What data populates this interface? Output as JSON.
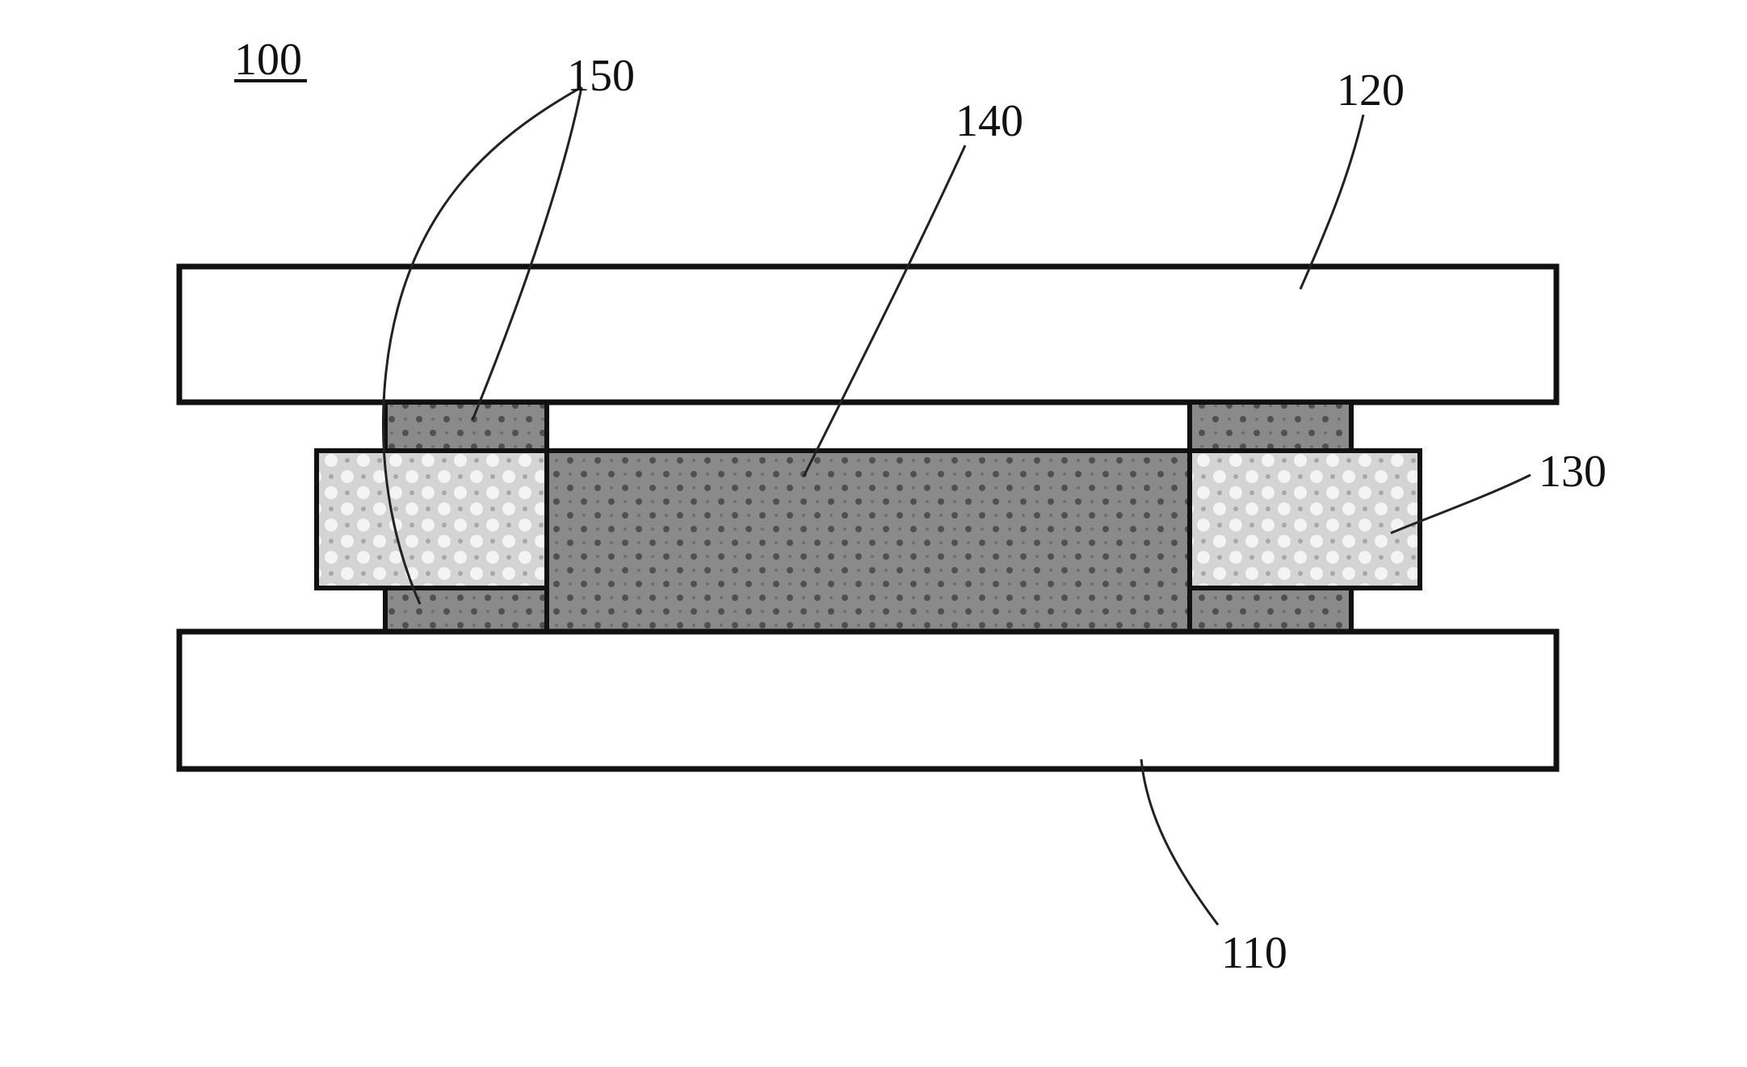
{
  "figure": {
    "assembly_label": "100",
    "labels": {
      "bottom_substrate": "110",
      "top_substrate": "120",
      "side_frame": "130",
      "center_body": "140",
      "spacers": "150"
    }
  },
  "colors": {
    "background": "#ffffff",
    "outline": "#111111",
    "dark_fill": "#8a8a8a",
    "dark_dot": "#505050",
    "light_fill": "#d4d4d4",
    "light_dot": "#ffffff"
  }
}
